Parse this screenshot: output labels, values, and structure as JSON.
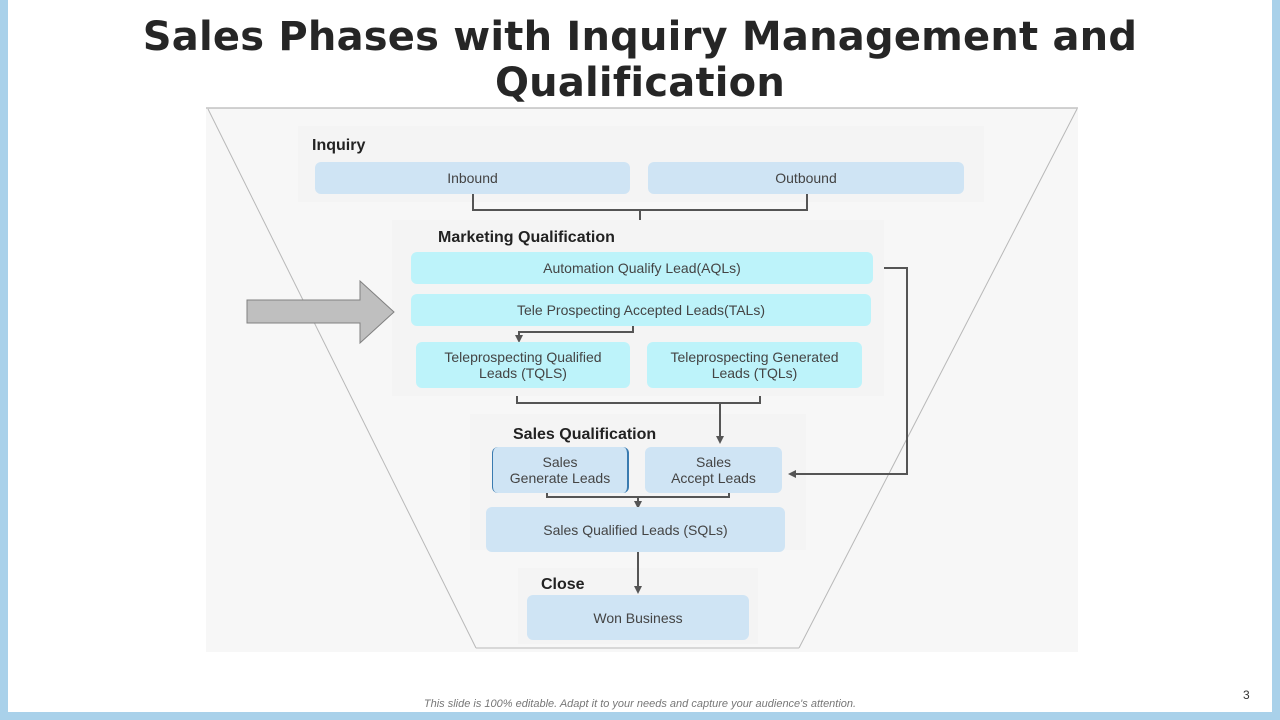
{
  "title": "Sales Phases with Inquiry Management and Qualification",
  "sections": {
    "inquiry": {
      "label": "Inquiry",
      "boxes": [
        "Inbound",
        "Outbound"
      ]
    },
    "marketing": {
      "label": "Marketing Qualification",
      "aql": "Automation Qualify Lead(AQLs)",
      "tal": "Tele Prospecting Accepted Leads(TALs)",
      "tqls_line1": "Teleprospecting Qualified",
      "tqls_line2": "Leads (TQLS)",
      "tgls_line1": "Teleprospecting Generated",
      "tgls_line2": "Leads (TQLs)"
    },
    "sales": {
      "label": "Sales Qualification",
      "generate_line1": "Sales",
      "generate_line2": "Generate Leads",
      "accept_line1": "Sales",
      "accept_line2": "Accept Leads",
      "sql": "Sales Qualified Leads (SQLs)"
    },
    "close": {
      "label": "Close",
      "won": "Won Business"
    }
  },
  "colors": {
    "border": "#a9d1ea",
    "box_blue": "#cfe4f4",
    "box_cyan": "#bdf3fa",
    "connector": "#555555",
    "arrow_fill": "#bfbfbf"
  },
  "footer": "This slide is 100% editable. Adapt it to your needs and capture your audience's attention.",
  "page_number": "3"
}
